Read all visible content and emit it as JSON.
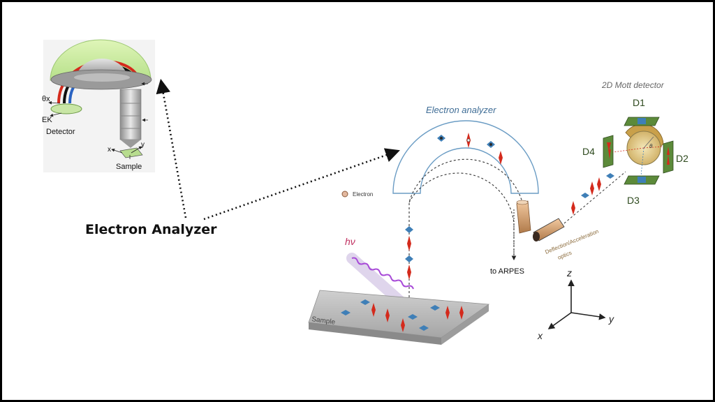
{
  "caption": "Electron Analyzer",
  "inset": {
    "theta_label": "θx",
    "energy_label": "EK",
    "detector_label": "Detector",
    "sample_label": "Sample",
    "axis_x": "x",
    "axis_y": "y"
  },
  "main": {
    "analyzer_title": "Electron analyzer",
    "legend_electron": "Electron",
    "photon_label": "hν",
    "sample_label": "Sample",
    "to_arpes": "to ARPES",
    "optics_label_1": "Deflection/Acceleration",
    "optics_label_2": "optics",
    "mott_title": "2D Mott detector",
    "detector_labels": [
      "D1",
      "D2",
      "D3",
      "D4"
    ],
    "mott_center_label": "θ",
    "axes": {
      "z": "z",
      "y": "y",
      "x": "x"
    }
  },
  "colors": {
    "analyzer_blue": "#6a9cc4",
    "spin_red": "#d42a1c",
    "photon_purple": "#a84bd8",
    "detector_green": "#5c8a3a",
    "gold": "#d9b24a"
  }
}
